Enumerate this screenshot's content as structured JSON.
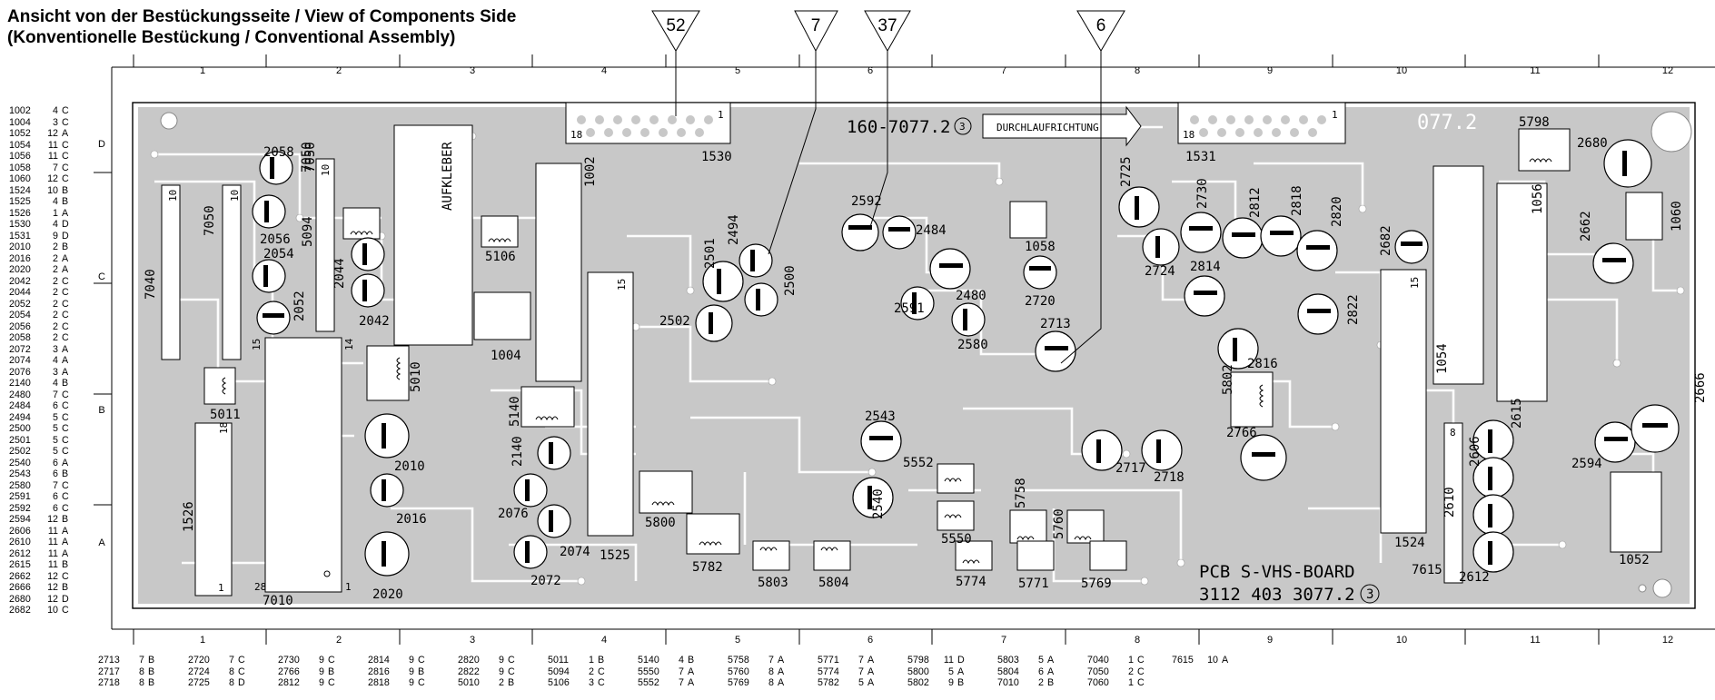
{
  "title": {
    "line1": "Ansicht von der Bestückungsseite / View of Components Side",
    "line2": "(Konventionelle Bestückung / Conventional Assembly)"
  },
  "grid": {
    "columns": [
      "1",
      "2",
      "3",
      "4",
      "5",
      "6",
      "7",
      "8",
      "9",
      "10",
      "11",
      "12"
    ],
    "rows": [
      "D",
      "C",
      "B",
      "A"
    ]
  },
  "markers": [
    "52",
    "7",
    "37",
    "6"
  ],
  "board": {
    "board_code": "160-7077.2",
    "revision": "3",
    "direction": "DURCHLAUFRICHTUNG",
    "sticker": "AUFKLEBER",
    "pcb_name": "PCB S-VHS-BOARD",
    "pcb_number": "3112 403 3077.2",
    "pcb_revision": "3",
    "watermark": "077.2"
  },
  "components": {
    "1002": "1002",
    "1004": "1004",
    "1052": "1052",
    "1054": "1054",
    "1056": "1056",
    "1058": "1058",
    "1060": "1060",
    "1524": "1524",
    "1525": "1525",
    "1526": "1526",
    "1530": "1530",
    "1531": "1531",
    "2010": "2010",
    "2016": "2016",
    "2020": "2020",
    "2042": "2042",
    "2044": "2044",
    "2052": "2052",
    "2054": "2054",
    "2056": "2056",
    "2058": "2058",
    "2072": "2072",
    "2074": "2074",
    "2076": "2076",
    "2140": "2140",
    "2480": "2480",
    "2484": "2484",
    "2494": "2494",
    "2500": "2500",
    "2501": "2501",
    "2502": "2502",
    "2540": "2540",
    "2543": "2543",
    "2580": "2580",
    "2591": "2591",
    "2592": "2592",
    "2594": "2594",
    "2606": "2606",
    "2610": "2610",
    "2612": "2612",
    "2615": "2615",
    "2662": "2662",
    "2666": "2666",
    "2680": "2680",
    "2682": "2682",
    "2713": "2713",
    "2717": "2717",
    "2718": "2718",
    "2720": "2720",
    "2724": "2724",
    "2725": "2725",
    "2730": "2730",
    "2766": "2766",
    "2812": "2812",
    "2814": "2814",
    "2816": "2816",
    "2818": "2818",
    "2820": "2820",
    "2822": "2822",
    "5010": "5010",
    "5011": "5011",
    "5094": "5094",
    "5106": "5106",
    "5140": "5140",
    "5550": "5550",
    "5552": "5552",
    "5758": "5758",
    "5760": "5760",
    "5769": "5769",
    "5771": "5771",
    "5774": "5774",
    "5782": "5782",
    "5798": "5798",
    "5800": "5800",
    "5802": "5802",
    "5803": "5803",
    "5804": "5804",
    "7010": "7010",
    "7040": "7040",
    "7050": "7050",
    "7060": "7060",
    "7615": "7615"
  },
  "pin_labels": {
    "p10": "10",
    "p15": "15",
    "p14": "14",
    "p18": "18",
    "p1": "1",
    "p28": "28",
    "p8": "8"
  },
  "left_list": [
    [
      "1002",
      "4",
      "C"
    ],
    [
      "1004",
      "3",
      "C"
    ],
    [
      "1052",
      "12",
      "A"
    ],
    [
      "1054",
      "11",
      "C"
    ],
    [
      "1056",
      "11",
      "C"
    ],
    [
      "1058",
      "7",
      "C"
    ],
    [
      "1060",
      "12",
      "C"
    ],
    [
      "1524",
      "10",
      "B"
    ],
    [
      "1525",
      "4",
      "B"
    ],
    [
      "1526",
      "1",
      "A"
    ],
    [
      "1530",
      "4",
      "D"
    ],
    [
      "1531",
      "9",
      "D"
    ],
    [
      "2010",
      "2",
      "B"
    ],
    [
      "2016",
      "2",
      "A"
    ],
    [
      "2020",
      "2",
      "A"
    ],
    [
      "2042",
      "2",
      "C"
    ],
    [
      "2044",
      "2",
      "C"
    ],
    [
      "2052",
      "2",
      "C"
    ],
    [
      "2054",
      "2",
      "C"
    ],
    [
      "2056",
      "2",
      "C"
    ],
    [
      "2058",
      "2",
      "C"
    ],
    [
      "2072",
      "3",
      "A"
    ],
    [
      "2074",
      "4",
      "A"
    ],
    [
      "2076",
      "3",
      "A"
    ],
    [
      "2140",
      "4",
      "B"
    ],
    [
      "2480",
      "7",
      "C"
    ],
    [
      "2484",
      "6",
      "C"
    ],
    [
      "2494",
      "5",
      "C"
    ],
    [
      "2500",
      "5",
      "C"
    ],
    [
      "2501",
      "5",
      "C"
    ],
    [
      "2502",
      "5",
      "C"
    ],
    [
      "2540",
      "6",
      "A"
    ],
    [
      "2543",
      "6",
      "B"
    ],
    [
      "2580",
      "7",
      "C"
    ],
    [
      "2591",
      "6",
      "C"
    ],
    [
      "2592",
      "6",
      "C"
    ],
    [
      "2594",
      "12",
      "B"
    ],
    [
      "2606",
      "11",
      "A"
    ],
    [
      "2610",
      "11",
      "A"
    ],
    [
      "2612",
      "11",
      "A"
    ],
    [
      "2615",
      "11",
      "B"
    ],
    [
      "2662",
      "12",
      "C"
    ],
    [
      "2666",
      "12",
      "B"
    ],
    [
      "2680",
      "12",
      "D"
    ],
    [
      "2682",
      "10",
      "C"
    ]
  ],
  "bottom_list": [
    [
      [
        "2713",
        "7",
        "B"
      ],
      [
        "2717",
        "8",
        "B"
      ],
      [
        "2718",
        "8",
        "B"
      ]
    ],
    [
      [
        "2720",
        "7",
        "C"
      ],
      [
        "2724",
        "8",
        "C"
      ],
      [
        "2725",
        "8",
        "D"
      ]
    ],
    [
      [
        "2730",
        "9",
        "C"
      ],
      [
        "2766",
        "9",
        "B"
      ],
      [
        "2812",
        "9",
        "C"
      ]
    ],
    [
      [
        "2814",
        "9",
        "C"
      ],
      [
        "2816",
        "9",
        "B"
      ],
      [
        "2818",
        "9",
        "C"
      ]
    ],
    [
      [
        "2820",
        "9",
        "C"
      ],
      [
        "2822",
        "9",
        "C"
      ],
      [
        "5010",
        "2",
        "B"
      ]
    ],
    [
      [
        "5011",
        "1",
        "B"
      ],
      [
        "5094",
        "2",
        "C"
      ],
      [
        "5106",
        "3",
        "C"
      ]
    ],
    [
      [
        "5140",
        "4",
        "B"
      ],
      [
        "5550",
        "7",
        "A"
      ],
      [
        "5552",
        "7",
        "A"
      ]
    ],
    [
      [
        "5758",
        "7",
        "A"
      ],
      [
        "5760",
        "8",
        "A"
      ],
      [
        "5769",
        "8",
        "A"
      ]
    ],
    [
      [
        "5771",
        "7",
        "A"
      ],
      [
        "5774",
        "7",
        "A"
      ],
      [
        "5782",
        "5",
        "A"
      ]
    ],
    [
      [
        "5798",
        "11",
        "D"
      ],
      [
        "5800",
        "5",
        "A"
      ],
      [
        "5802",
        "9",
        "B"
      ]
    ],
    [
      [
        "5803",
        "5",
        "A"
      ],
      [
        "5804",
        "6",
        "A"
      ],
      [
        "7010",
        "2",
        "B"
      ]
    ],
    [
      [
        "7040",
        "1",
        "C"
      ],
      [
        "7050",
        "2",
        "C"
      ],
      [
        "7060",
        "1",
        "C"
      ]
    ],
    [
      [
        "7615",
        "10",
        "A"
      ]
    ]
  ]
}
